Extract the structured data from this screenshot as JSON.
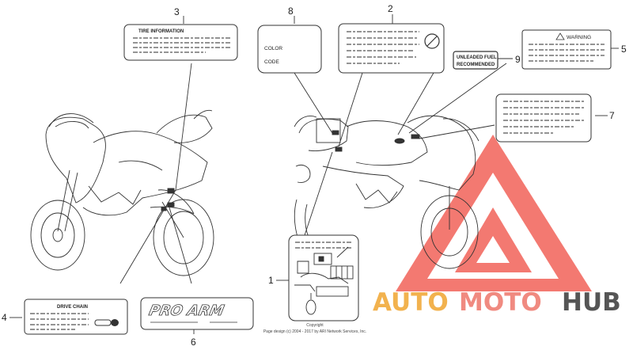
{
  "callouts": [
    "1",
    "2",
    "3",
    "4",
    "5",
    "6",
    "7",
    "8",
    "9"
  ],
  "labels": {
    "color_code_line1": "COLOR",
    "color_code_line2": "CODE",
    "fuel_line1": "UNLEADED FUEL",
    "fuel_line2": "RECOMMENDED",
    "warning": "WARNING",
    "drive_chain": "DRIVE CHAIN",
    "pro_arm": "PRO ARM",
    "tire_info": "TIRE INFORMATION"
  },
  "watermark": {
    "part1": "AUTO",
    "part2": "MOTO",
    "part3": "HUB",
    "colors": {
      "auto": "#f2b24e",
      "moto": "#f08a80",
      "hub": "#555555",
      "mark": "#f26b62"
    }
  },
  "copyright": {
    "line1": "Copyright",
    "line2": "Page design (c) 2004 - 2017 by ARI Network Services, Inc."
  }
}
